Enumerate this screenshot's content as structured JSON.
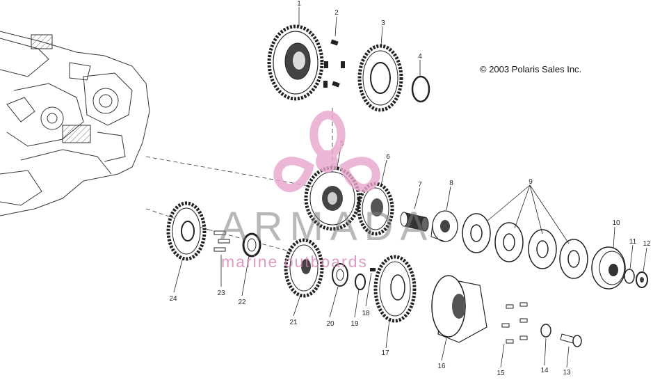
{
  "copyright": "© 2003 Polaris Sales Inc.",
  "watermark": {
    "brand": "ARMADA",
    "tagline": "marine outboards"
  },
  "callouts": [
    "1",
    "2",
    "3",
    "4",
    "5",
    "6",
    "7",
    "8",
    "9",
    "10",
    "11",
    "12",
    "13",
    "14",
    "15",
    "16",
    "17",
    "18",
    "19",
    "20",
    "21",
    "22",
    "23",
    "24"
  ],
  "colors": {
    "line": "#222222",
    "watermark_pink": "#e8a6cc",
    "watermark_gray": "#8a8a8a"
  }
}
